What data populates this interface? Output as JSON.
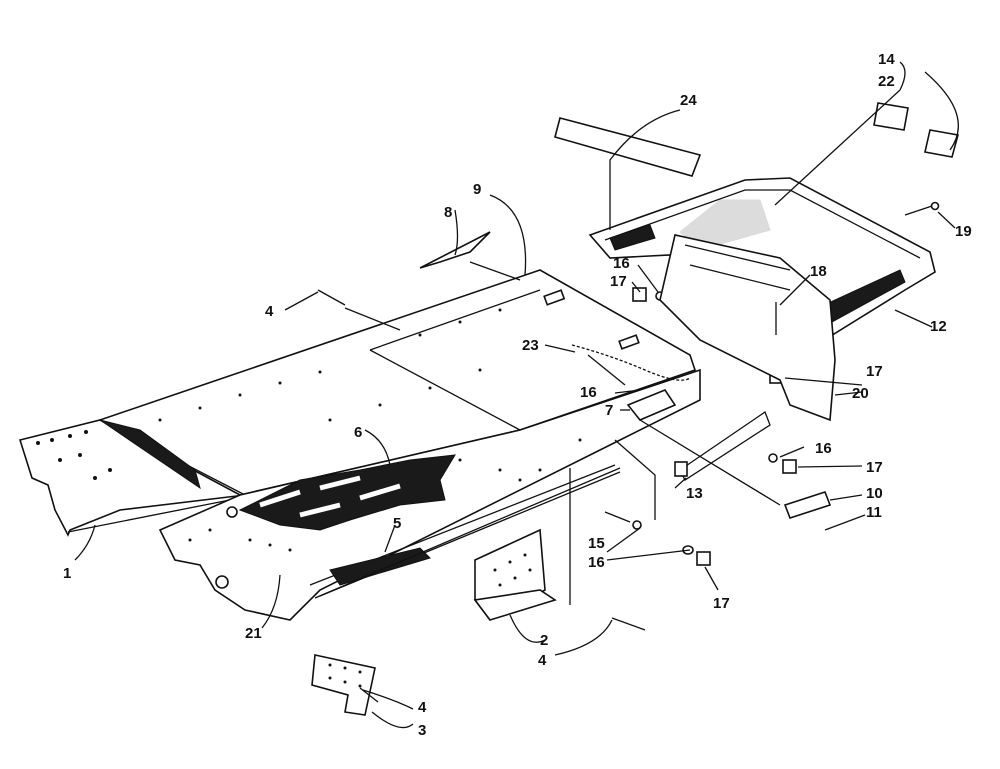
{
  "diagram": {
    "callouts": [
      {
        "id": "c1",
        "label": "1"
      },
      {
        "id": "c2",
        "label": "2"
      },
      {
        "id": "c3",
        "label": "3"
      },
      {
        "id": "c4a",
        "label": "4"
      },
      {
        "id": "c4b",
        "label": "4"
      },
      {
        "id": "c4c",
        "label": "4"
      },
      {
        "id": "c5",
        "label": "5"
      },
      {
        "id": "c6",
        "label": "6"
      },
      {
        "id": "c7",
        "label": "7"
      },
      {
        "id": "c8",
        "label": "8"
      },
      {
        "id": "c9",
        "label": "9"
      },
      {
        "id": "c10",
        "label": "10"
      },
      {
        "id": "c11",
        "label": "11"
      },
      {
        "id": "c12",
        "label": "12"
      },
      {
        "id": "c13",
        "label": "13"
      },
      {
        "id": "c14",
        "label": "14"
      },
      {
        "id": "c15",
        "label": "15"
      },
      {
        "id": "c16a",
        "label": "16"
      },
      {
        "id": "c16b",
        "label": "16"
      },
      {
        "id": "c16c",
        "label": "16"
      },
      {
        "id": "c16d",
        "label": "16"
      },
      {
        "id": "c17a",
        "label": "17"
      },
      {
        "id": "c17b",
        "label": "17"
      },
      {
        "id": "c17c",
        "label": "17"
      },
      {
        "id": "c17d",
        "label": "17"
      },
      {
        "id": "c18",
        "label": "18"
      },
      {
        "id": "c19",
        "label": "19"
      },
      {
        "id": "c20",
        "label": "20"
      },
      {
        "id": "c21",
        "label": "21"
      },
      {
        "id": "c22",
        "label": "22"
      },
      {
        "id": "c23",
        "label": "23"
      },
      {
        "id": "c24",
        "label": "24"
      }
    ]
  }
}
